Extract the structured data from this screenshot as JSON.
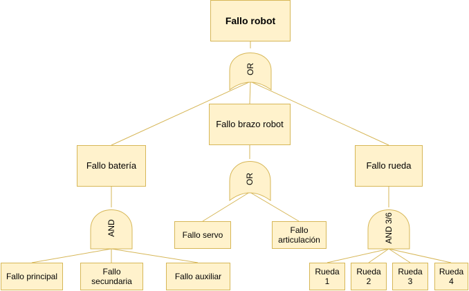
{
  "nodes": {
    "top": "Fallo robot",
    "brazo": "Fallo brazo robot",
    "bateria": "Fallo batería",
    "rueda": "Fallo rueda",
    "servo": "Fallo servo",
    "articulacion": "Fallo\narticulación",
    "principal": "Fallo principal",
    "secundaria": "Fallo\nsecundaria",
    "auxiliar": "Fallo auxiliar",
    "rueda1": "Rueda\n1",
    "rueda2": "Rueda\n2",
    "rueda3": "Rueda\n3",
    "rueda4": "Rueda\n4"
  },
  "gates": {
    "top": "OR",
    "brazo": "OR",
    "bateria": "AND",
    "rueda": "AND 3/6"
  },
  "colors": {
    "fill": "#fff2cc",
    "stroke": "#d6b656"
  }
}
